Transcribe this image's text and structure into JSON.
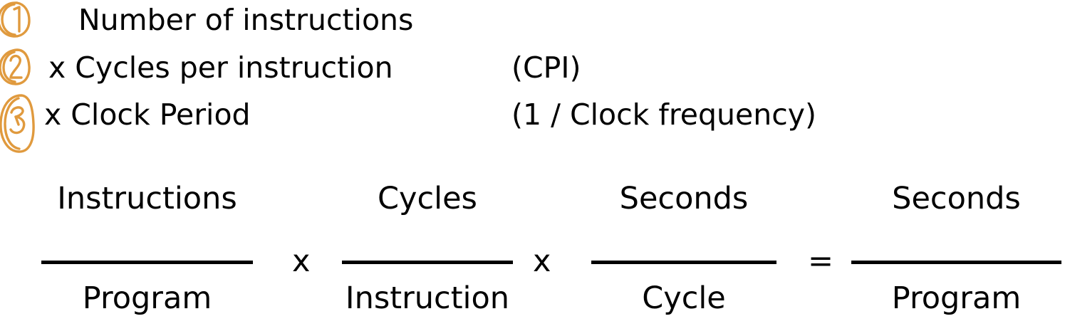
{
  "slide": {
    "background_color": "#ffffff",
    "text_color": "#000000",
    "annotation_color": "#e09a3e"
  },
  "annotations": {
    "markers": [
      {
        "label": "1",
        "name": "circled-number-1"
      },
      {
        "label": "2",
        "name": "circled-number-2"
      },
      {
        "label": "3",
        "name": "circled-number-3"
      }
    ]
  },
  "bullets": {
    "line_1": "Number of instructions",
    "line_2": "x Cycles per instruction",
    "line_3": "x Clock Period",
    "note_2": "(CPI)",
    "note_3": "(1 / Clock frequency)"
  },
  "equation": {
    "fractions": [
      {
        "numerator": "Instructions",
        "denominator": "Program"
      },
      {
        "numerator": "Cycles",
        "denominator": "Instruction"
      },
      {
        "numerator": "Seconds",
        "denominator": "Cycle"
      },
      {
        "numerator": "Seconds",
        "denominator": "Program"
      }
    ],
    "operators": {
      "multiply_1": "x",
      "multiply_2": "x",
      "equals": "="
    }
  }
}
